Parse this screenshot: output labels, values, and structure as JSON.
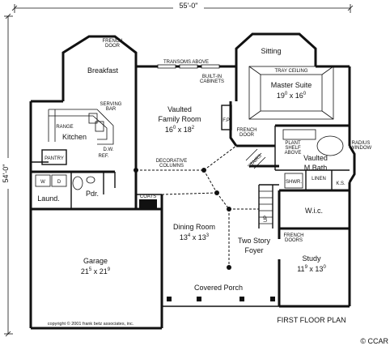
{
  "dimensions": {
    "width_label": "55'-0\"",
    "depth_label": "54'-0\""
  },
  "rooms": {
    "breakfast": "Breakfast",
    "sitting": "Sitting",
    "family_room": {
      "line1": "Vaulted",
      "line2": "Family Room",
      "size_a": "16",
      "size_a_in": "0",
      "size_b": "18",
      "size_b_in": "2"
    },
    "master_suite": {
      "name": "Master Suite",
      "size_a": "19",
      "size_a_in": "0",
      "size_b": "16",
      "size_b_in": "0"
    },
    "kitchen": "Kitchen",
    "pantry": "PANTRY",
    "laundry": "Laund.",
    "powder": "Pdr.",
    "vaulted_mbath": {
      "line1": "Vaulted",
      "line2": "M.Bath"
    },
    "wic": "W.i.c.",
    "dining_room": {
      "name": "Dining Room",
      "size_a": "13",
      "size_a_in": "4",
      "size_b": "13",
      "size_b_in": "3"
    },
    "garage": {
      "name": "Garage",
      "size_a": "21",
      "size_a_in": "5",
      "size_b": "21",
      "size_b_in": "9"
    },
    "foyer": {
      "line1": "Two Story",
      "line2": "Foyer"
    },
    "study": {
      "name": "Study",
      "size_a": "11",
      "size_a_in": "9",
      "size_b": "13",
      "size_b_in": "0"
    },
    "covered_porch": "Covered Porch"
  },
  "notes": {
    "french_door_breakfast": [
      "FRENCH",
      "DOOR"
    ],
    "transoms_above": "TRANSOMS ABOVE",
    "tray_ceiling": "TRAY CEILING",
    "built_in_cabinets": [
      "BUILT-IN",
      "CABINETS"
    ],
    "serving_bar": [
      "SERVING",
      "BAR"
    ],
    "range": "RANGE",
    "dw": "D.W.",
    "ref": "REF.",
    "fp": "F.P.",
    "french_door_master": [
      "FRENCH",
      "DOOR"
    ],
    "plant_shelf": [
      "PLANT",
      "SHELF",
      "ABOVE"
    ],
    "radius_window": [
      "RADIUS",
      "WINDOW"
    ],
    "decorative_columns": [
      "DECORATIVE",
      "COLUMNS"
    ],
    "shwr": "SHWR.",
    "linen": "LINEN",
    "ks": "K.S.",
    "w": "W",
    "d": "D",
    "coats": "COATS",
    "stairs": "STAIRS",
    "up": "UP",
    "french_doors_study": [
      "FRENCH",
      "DOORS"
    ]
  },
  "footer": {
    "plan_title": "FIRST FLOOR PLAN",
    "copyright": "copyright © 2001 frank betz associates, inc.",
    "watermark": "© CCAR"
  }
}
